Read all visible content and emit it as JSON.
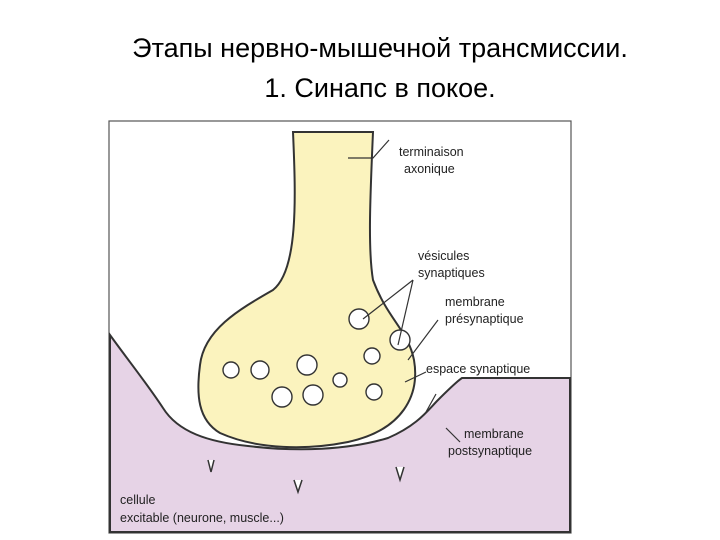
{
  "title": {
    "line1": "Этапы нервно-мышечной трансмиссии.",
    "line2": "1. Синапс в покое."
  },
  "labels": {
    "terminal_1": "terminaison",
    "terminal_2": "axonique",
    "vesicles_1": "vésicules",
    "vesicles_2": "synaptiques",
    "pre_membrane_1": "membrane",
    "pre_membrane_2": "présynaptique",
    "cleft": "espace synaptique",
    "post_membrane_1": "membrane",
    "post_membrane_2": "postsynaptique",
    "cell_1": "cellule",
    "cell_2": "excitable (neurone, muscle...)"
  },
  "colors": {
    "axon_fill": "#fbf3be",
    "cell_fill": "#e6d3e6",
    "outline": "#333333"
  }
}
